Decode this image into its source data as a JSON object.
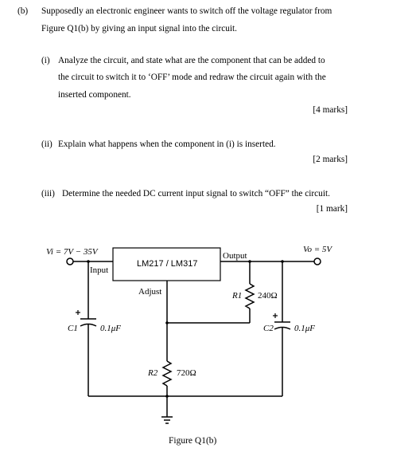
{
  "question": {
    "label": "(b)",
    "intro_line1": "Supposedly an electronic engineer wants to switch off the voltage regulator from",
    "intro_line2": "Figure Q1(b) by giving an input signal into the circuit.",
    "parts": [
      {
        "label": "(i)",
        "line1": "Analyze the circuit, and state what are the component that can be added to",
        "line2": "the circuit to switch it to ‘OFF’ mode and redraw the circuit again with the",
        "line3": "inserted component.",
        "marks": "[4 marks]"
      },
      {
        "label": "(ii)",
        "line1": "Explain what happens when the component in (i) is inserted.",
        "marks": "[2 marks]"
      },
      {
        "label": "(iii)",
        "line1": "Determine the needed DC current input signal to switch “OFF” the circuit.",
        "marks": "[1 mark]"
      }
    ]
  },
  "figure": {
    "vin_label": "Vi = 7V − 35V",
    "input_label": "Input",
    "regulator_label": "LM217 / LM317",
    "output_label": "Output",
    "vout_label": "Vo = 5V",
    "adjust_label": "Adjust",
    "r1_label": "R1",
    "r1_value": "240Ω",
    "c1_label": "C1",
    "c1_value": "0.1μF",
    "c2_label": "C2",
    "c2_value": "0.1μF",
    "r2_label": "R2",
    "r2_value": "720Ω",
    "caption": "Figure Q1(b)"
  }
}
